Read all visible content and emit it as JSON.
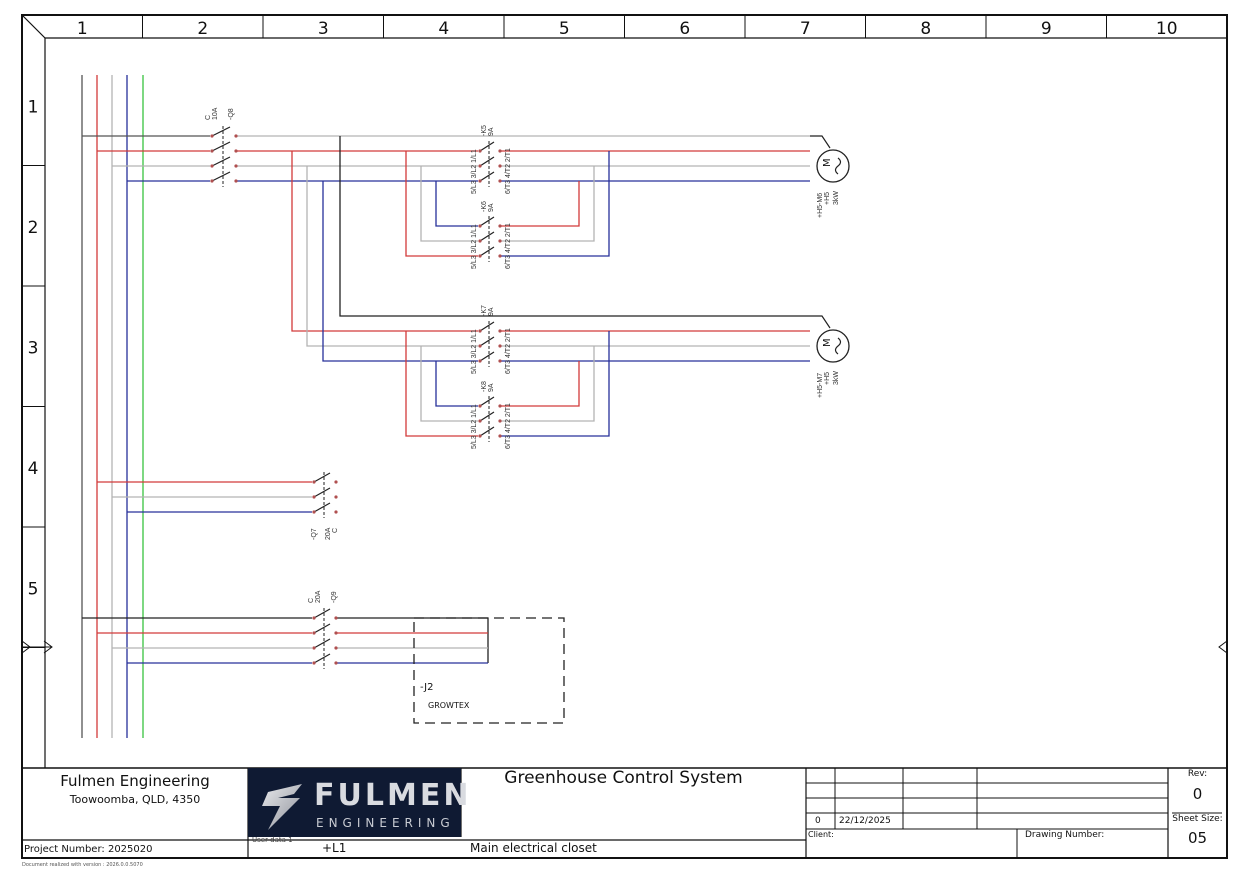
{
  "frame": {
    "columns": [
      "1",
      "2",
      "3",
      "4",
      "5",
      "6",
      "7",
      "8",
      "9",
      "10"
    ],
    "rows": [
      "1",
      "2",
      "3",
      "4",
      "5"
    ]
  },
  "colors": {
    "L1": "#555555",
    "L2": "#d23a3a",
    "L3": "#b3b3b3",
    "N": "#27309a",
    "PE": "#39c43f",
    "frame": "#111111",
    "logo_bg": "#0f1a33"
  },
  "components": {
    "q8": {
      "tag": "-Q8",
      "rating": "10A",
      "curve": "C"
    },
    "k5": {
      "tag": "-K5",
      "rating": "9A",
      "pins_in": "5/L3 3/L2 1/L1",
      "pins_out": "6/T3 4/T2 2/T1"
    },
    "k6": {
      "tag": "-K6",
      "rating": "9A",
      "pins_in": "5/L3 3/L2 1/L1",
      "pins_out": "6/T3 4/T2 2/T1"
    },
    "k7": {
      "tag": "-K7",
      "rating": "9A",
      "pins_in": "5/L3 3/L2 1/L1",
      "pins_out": "6/T3 4/T2 2/T1"
    },
    "k8": {
      "tag": "-K8",
      "rating": "9A",
      "pins_in": "5/L3 3/L2 1/L1",
      "pins_out": "6/T3 4/T2 2/T1"
    },
    "m6": {
      "tag": "+H5-M6",
      "loc": "+H5",
      "power": "3kW",
      "symbol": "M"
    },
    "m7": {
      "tag": "+H5-M7",
      "loc": "+H5",
      "power": "3kW",
      "symbol": "M"
    },
    "q7": {
      "tag": "-Q7",
      "rating": "20A",
      "curve": "C"
    },
    "q9": {
      "tag": "-Q9",
      "rating": "20A",
      "curve": "C"
    },
    "j2": {
      "tag": "-J2",
      "name": "GROWTEX"
    }
  },
  "title_block": {
    "company": "Fulmen Engineering",
    "address": "Toowoomba, QLD, 4350",
    "logo_main": "FULMEN",
    "logo_sub": "ENGINEERING",
    "title": "Greenhouse Control System",
    "project_label": "Project Number:",
    "project_number": "2025020",
    "user_data_label": "User data 1",
    "user_data_value": "+L1",
    "description": "Main electrical closet",
    "rev_table": {
      "rev": "0",
      "date": "22/12/2025"
    },
    "client_label": "Client:",
    "drawing_number_label": "Drawing Number:",
    "rev_label": "Rev:",
    "rev_value": "0",
    "sheet_size_label": "Sheet Size:",
    "sheet_size_value": "05",
    "footer_note": "Document realized with version : 2026.0.0.5070"
  }
}
